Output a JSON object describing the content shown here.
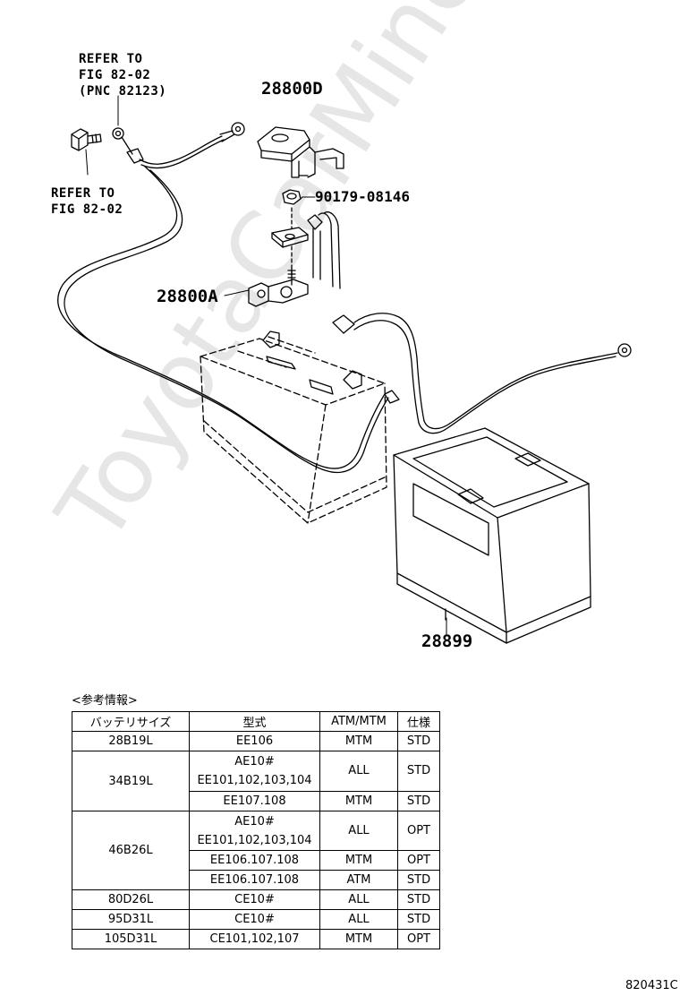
{
  "watermark": "ToyotaCarMine.ru",
  "labels": {
    "refer_top": "REFER TO\nFIG 82-02\n(PNC 82123)",
    "refer_left": "REFER TO\nFIG 82-02",
    "part_28800D": "28800D",
    "part_90179": "90179-08146",
    "part_28800A": "28800A",
    "part_28899": "28899"
  },
  "table": {
    "title": "<参考情報>",
    "headers": [
      "バッテリサイズ",
      "型式",
      "ATM/MTM",
      "仕様"
    ],
    "rows": [
      {
        "size": "28B19L",
        "model": "EE106",
        "trans": "MTM",
        "spec": "STD"
      },
      {
        "size": "34B19L",
        "model": "AE10#\nEE101,102,103,104",
        "trans": "ALL",
        "spec": "STD"
      },
      {
        "size": "",
        "model": "EE107.108",
        "trans": "MTM",
        "spec": "STD"
      },
      {
        "size": "46B26L",
        "model": "AE10#\nEE101,102,103,104",
        "trans": "ALL",
        "spec": "OPT"
      },
      {
        "size": "",
        "model": "EE106.107.108",
        "trans": "MTM",
        "spec": "OPT"
      },
      {
        "size": "",
        "model": "EE106.107.108",
        "trans": "ATM",
        "spec": "STD"
      },
      {
        "size": "80D26L",
        "model": "CE10#",
        "trans": "ALL",
        "spec": "STD"
      },
      {
        "size": "95D31L",
        "model": "CE10#",
        "trans": "ALL",
        "spec": "STD"
      },
      {
        "size": "105D31L",
        "model": "CE101,102,107",
        "trans": "MTM",
        "spec": "OPT"
      }
    ]
  },
  "figure_code": "820431C"
}
